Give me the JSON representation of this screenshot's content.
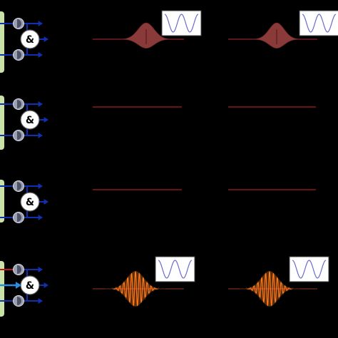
{
  "gate_symbol": "&",
  "colors": {
    "background": "#000000",
    "panel": "#c8e2a8",
    "wire": "#1030b0",
    "detector": "#9aa0b0",
    "gate_fill": "#ffffff",
    "baseline": "#8b1a1a",
    "pulse_dark_red": "#8b3a3a",
    "pulse_orange": "#ff7a1a",
    "inset_curve": "#6a6ad0",
    "input_red": "#c01818",
    "input_cyan": "#2a8ee0"
  },
  "rows": [
    {
      "id": "row-1",
      "signal": "broad-red-pulse",
      "insets": true
    },
    {
      "id": "row-2",
      "signal": "flat",
      "insets": false
    },
    {
      "id": "row-3",
      "signal": "flat",
      "insets": false
    },
    {
      "id": "row-4",
      "signal": "oscillating-orange-pulse",
      "insets": true
    }
  ]
}
